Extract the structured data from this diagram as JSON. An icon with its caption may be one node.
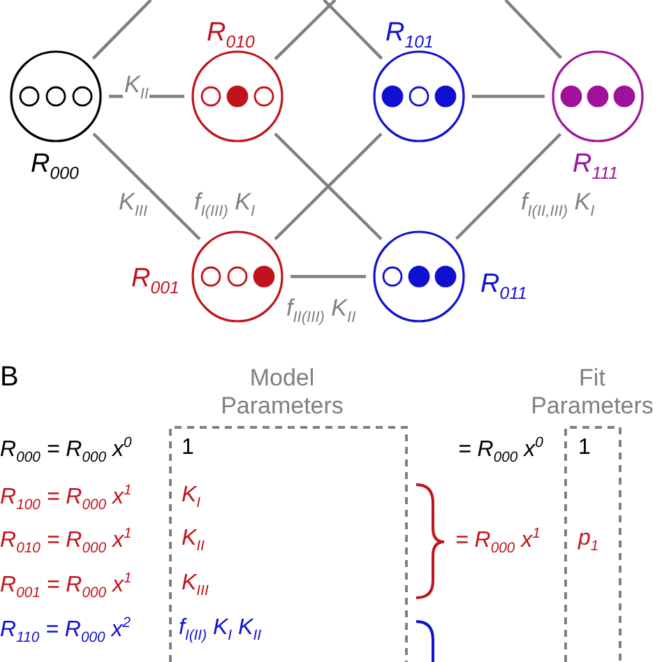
{
  "diagram": {
    "nodes": [
      {
        "text": [],
        "shape": "circle",
        "beside": [
          "R$_{000}$"
        ]
      },
      {
        "text": [],
        "shape": "circle",
        "beside": [
          "R$_{010}$"
        ]
      },
      {
        "text": [],
        "shape": "circle",
        "beside": [
          "R$_{101}$"
        ]
      },
      {
        "text": [],
        "shape": "circle",
        "beside": [
          "R$_{111}$"
        ]
      },
      {
        "text": [],
        "shape": "circle",
        "beside": [
          "R$_{001}$"
        ]
      },
      {
        "text": [],
        "shape": "circle",
        "beside": [
          "R$_{011}$"
        ]
      }
    ],
    "edges": [
      {
        "from": 0,
        "to": null,
        "arrow": "none"
      },
      {
        "from": 0,
        "to": 1,
        "arrow": "none",
        "label": "K$_{II}$"
      },
      {
        "from": 0,
        "to": 4,
        "arrow": "none",
        "label": "K$_{III}$"
      },
      {
        "from": 1,
        "to": null,
        "arrow": "none"
      },
      {
        "from": null,
        "to": 2,
        "arrow": "none"
      },
      {
        "from": 1,
        "to": 5,
        "arrow": "none"
      },
      {
        "from": 2,
        "to": 3,
        "arrow": "none"
      },
      {
        "from": null,
        "to": 3,
        "arrow": "none"
      },
      {
        "from": 4,
        "to": 2,
        "arrow": "none",
        "label": "f$_{I(III)}$ K$_{I}$"
      },
      {
        "from": 4,
        "to": 5,
        "arrow": "none",
        "label": "f$_{II(III)}$ K$_{II}$"
      },
      {
        "from": 5,
        "to": 3,
        "arrow": "none",
        "label": "f$_{I(II,III)}$ K$_{I}$"
      }
    ],
    "labels": [
      "B",
      "Model Parameters",
      "Fit Parameters",
      "R$_{000}$ = R$_{000}$ x$^{0}$",
      "1",
      "= R$_{000}$ x$^{0}$",
      "1",
      "R$_{100}$ = R$_{000}$ x$^{1}$",
      "K$_{I}$",
      "R$_{010}$ = R$_{000}$ x$^{1}$",
      "K$_{II}$",
      "= R$_{000}$ x$^{1}$",
      "p$_{1}$",
      "R$_{001}$ = R$_{000}$ x$^{1}$",
      "K$_{III}$",
      "R$_{110}$ = R$_{000}$ x$^{2}$",
      "f$_{I(II)}$ K$_{I}$ K$_{II}$"
    ]
  }
}
